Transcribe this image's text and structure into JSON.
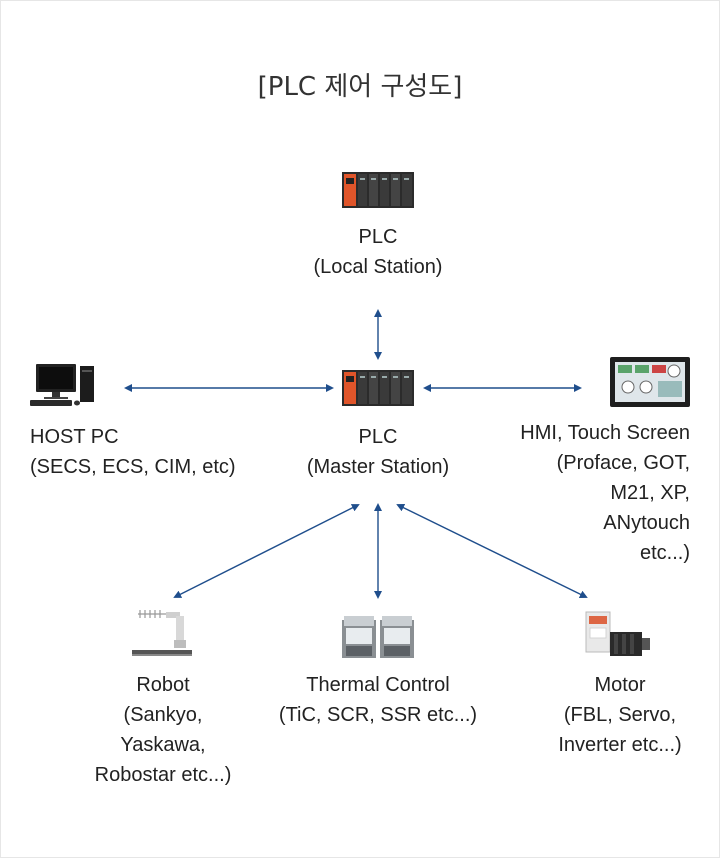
{
  "diagram": {
    "title": "[PLC 제어 구성도]",
    "nodes": {
      "plc_local": {
        "lines": [
          "PLC",
          "(Local Station)"
        ]
      },
      "plc_master": {
        "lines": [
          "PLC",
          "(Master Station)"
        ]
      },
      "host_pc": {
        "lines": [
          "HOST PC",
          "(SECS, ECS, CIM, etc)"
        ]
      },
      "hmi": {
        "lines": [
          "HMI, Touch Screen",
          "(Proface, GOT,",
          "M21, XP,",
          "ANytouch",
          "etc...)"
        ]
      },
      "robot": {
        "lines": [
          "Robot",
          "(Sankyo,",
          "Yaskawa,",
          "Robostar etc...)"
        ]
      },
      "thermal": {
        "lines": [
          "Thermal Control",
          "(TiC, SCR, SSR etc...)"
        ]
      },
      "motor": {
        "lines": [
          "Motor",
          "(FBL, Servo,",
          "Inverter etc...)"
        ]
      }
    },
    "edges": [
      {
        "from": "plc_master",
        "to": "plc_local",
        "arrows": "both"
      },
      {
        "from": "plc_master",
        "to": "host_pc",
        "arrows": "both"
      },
      {
        "from": "plc_master",
        "to": "hmi",
        "arrows": "both"
      },
      {
        "from": "plc_master",
        "to": "robot",
        "arrows": "both"
      },
      {
        "from": "plc_master",
        "to": "thermal",
        "arrows": "both"
      },
      {
        "from": "plc_master",
        "to": "motor",
        "arrows": "both"
      }
    ],
    "colors": {
      "arrow": "#1f4e8c",
      "plc_orange": "#e0552a",
      "plc_dark": "#2b2b2b"
    }
  }
}
